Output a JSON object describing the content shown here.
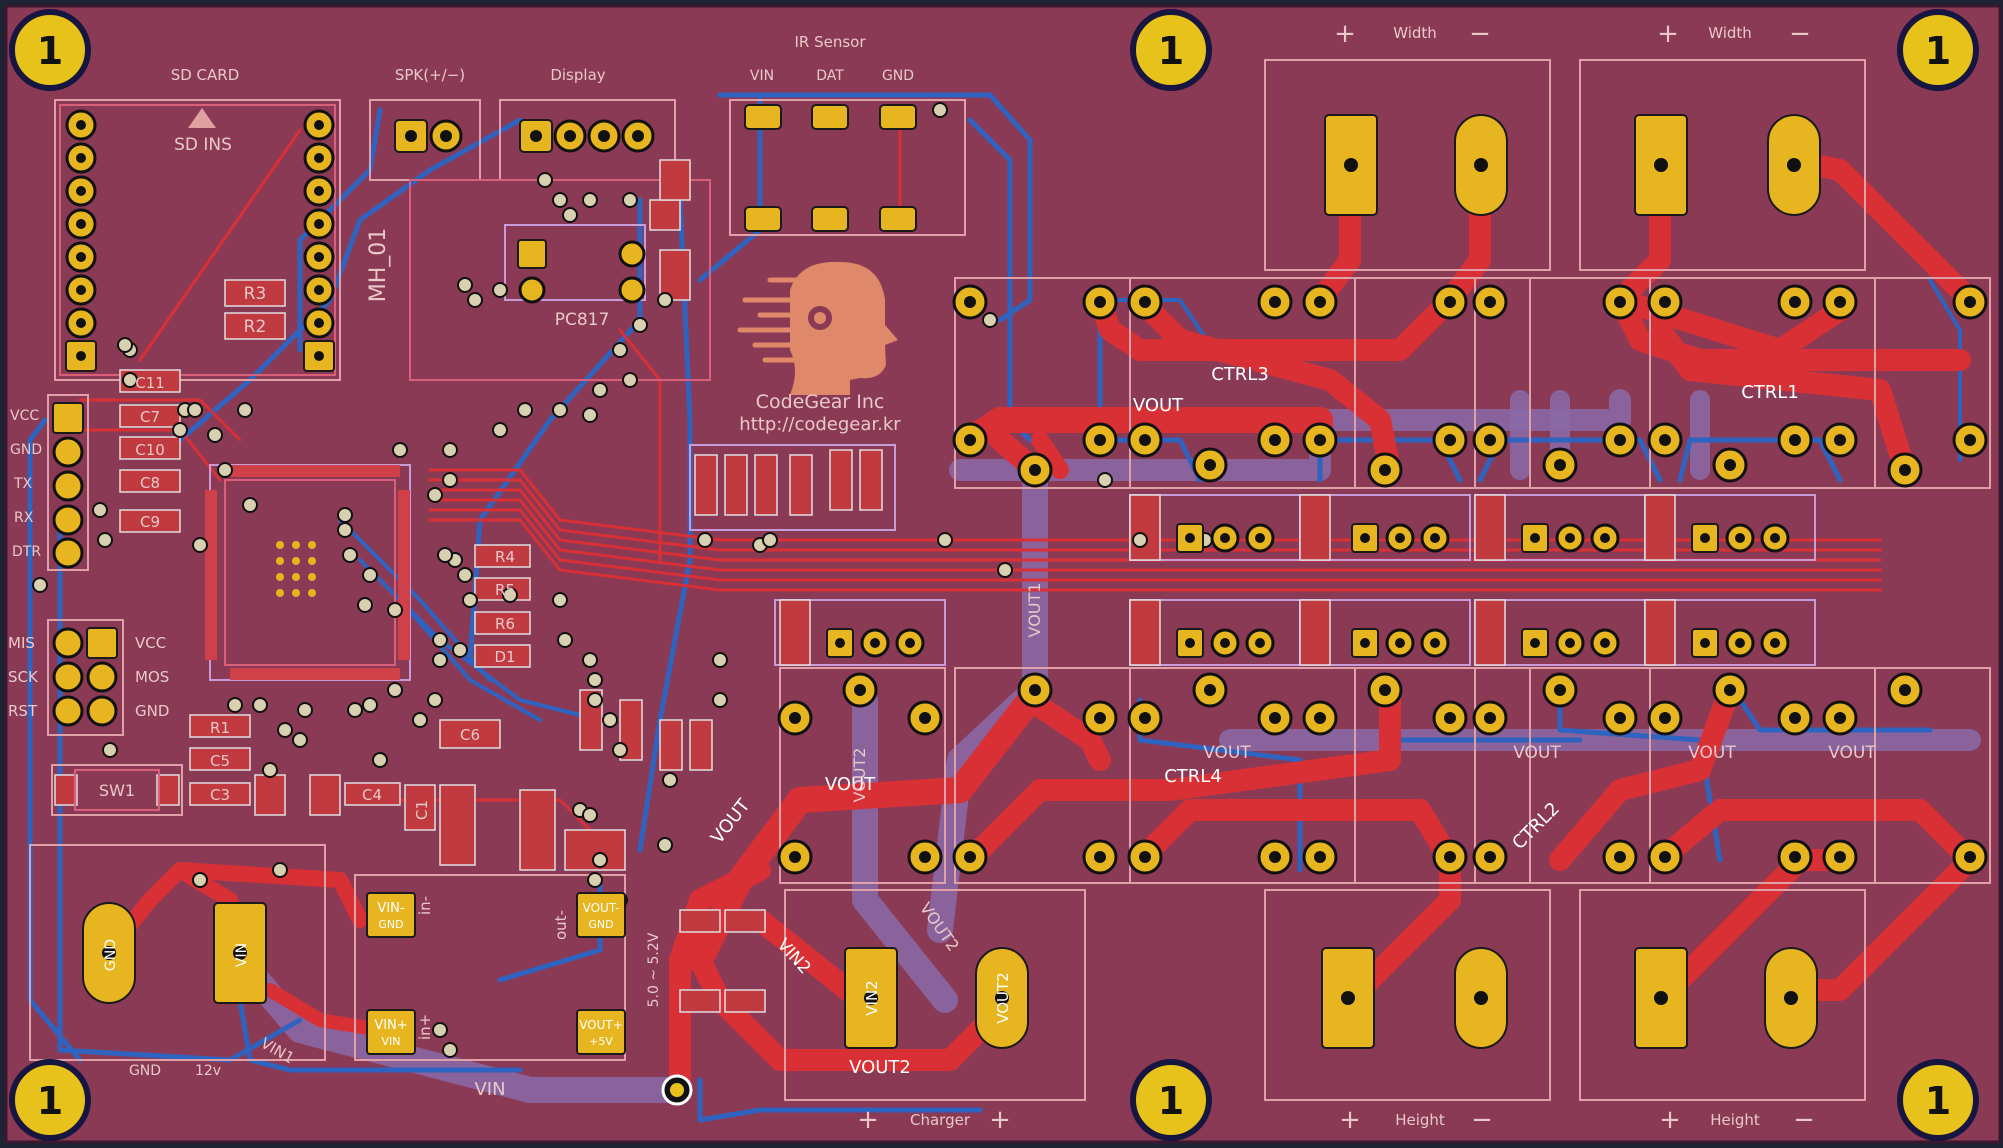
{
  "board": {
    "background": "#8b3a56",
    "frame": "#1e2433",
    "copper_top": "#d93036",
    "copper_bottom": "#2f63c0",
    "pad_gold": "#e6b520",
    "silkscreen": "#e8c8c8"
  },
  "mounting_holes": {
    "label": "1"
  },
  "headers": {
    "sd_card": "SD CARD",
    "sd_ins": "SD INS",
    "speaker": "SPK(+/−)",
    "display": "Display",
    "ir_sensor": "IR Sensor",
    "ir_vin": "VIN",
    "ir_dat": "DAT",
    "ir_gnd": "GND"
  },
  "left_pins": [
    "VCC",
    "GND",
    "TX",
    "RX",
    "DTR"
  ],
  "isp_pins_left": [
    "MIS",
    "SCK",
    "RST"
  ],
  "isp_pins_right": [
    "VCC",
    "MOS",
    "GND"
  ],
  "components": {
    "r3": "R3",
    "r2": "R2",
    "c11": "C11",
    "c7": "C7",
    "c10": "C10",
    "c8": "C8",
    "c9": "C9",
    "r4": "R4",
    "r5": "R5",
    "r6": "R6",
    "d1": "D1",
    "r1": "R1",
    "c5": "C5",
    "c3": "C3",
    "c4": "C4",
    "c1": "C1",
    "c6": "C6",
    "sw1": "SW1",
    "pc817": "PC817",
    "mh_text": "MH_01"
  },
  "logo": {
    "company": "CodeGear Inc",
    "url": "http://codegear.kr"
  },
  "power": {
    "vin_minus": "VIN-",
    "vin_minus_sub": "GND",
    "vin_plus": "VIN+",
    "vin_plus_sub": "VIN",
    "vout_minus": "VOUT-",
    "vout_minus_sub": "GND",
    "vout_plus": "VOUT+",
    "vout_plus_sub": "+5V",
    "in_minus": "in-",
    "in_plus": "in+",
    "out_minus": "out-",
    "gnd": "GND",
    "v12": "12v",
    "terminal_gnd": "GND",
    "terminal_vin": "VIN",
    "range": "5.0 ~ 5.2V",
    "vin": "VIN"
  },
  "nets": {
    "ctrl1": "CTRL1",
    "ctrl2": "CTRL2",
    "ctrl3": "CTRL3",
    "ctrl4": "CTRL4",
    "vout": "VOUT",
    "vout1": "VOUT1",
    "vout2": "VOUT2",
    "vin": "VIN",
    "vin2": "VIN2",
    "vin1": "VIN1"
  },
  "connectors": {
    "width": "Width",
    "height": "Height",
    "charger": "Charger",
    "plus": "+",
    "minus": "−",
    "vin2": "VIN2",
    "vout2": "VOUT2"
  }
}
